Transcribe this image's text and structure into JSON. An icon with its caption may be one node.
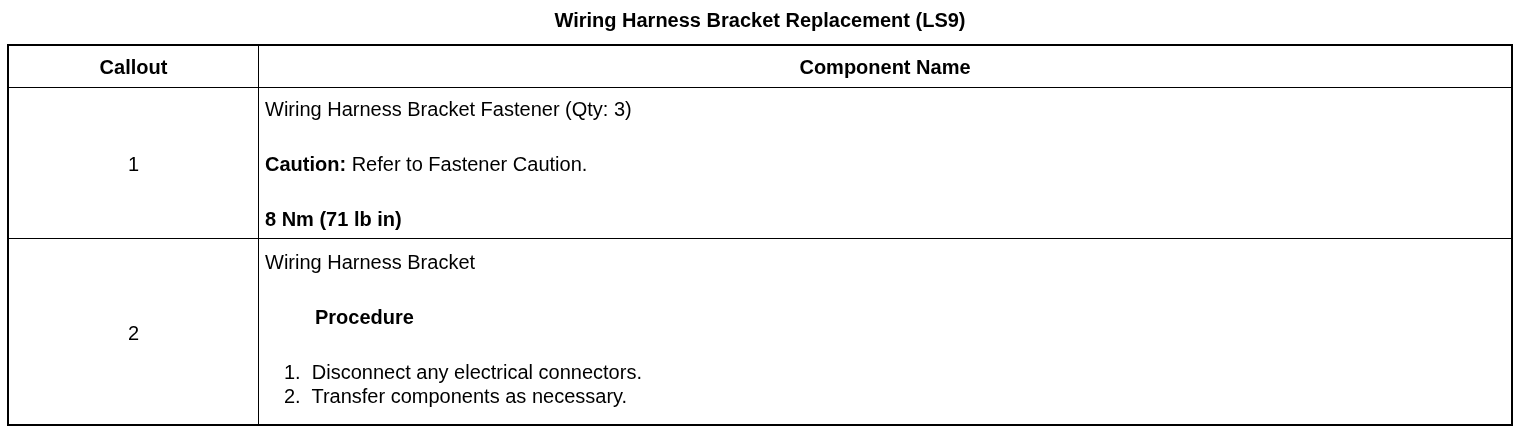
{
  "diagram": {
    "title": "Wiring Harness Bracket Replacement (LS9)",
    "labels": [
      "Callout",
      "Component Name",
      "1",
      "Wiring Harness Bracket Fastener (Qty: 3)",
      "**Caution:** Refer to Fastener Caution.",
      "8 Nm (71 lb in)",
      "2",
      "Wiring Harness Bracket",
      "Procedure",
      "1.  Disconnect any electrical connectors.",
      "2.  Transfer components as necessary."
    ]
  }
}
